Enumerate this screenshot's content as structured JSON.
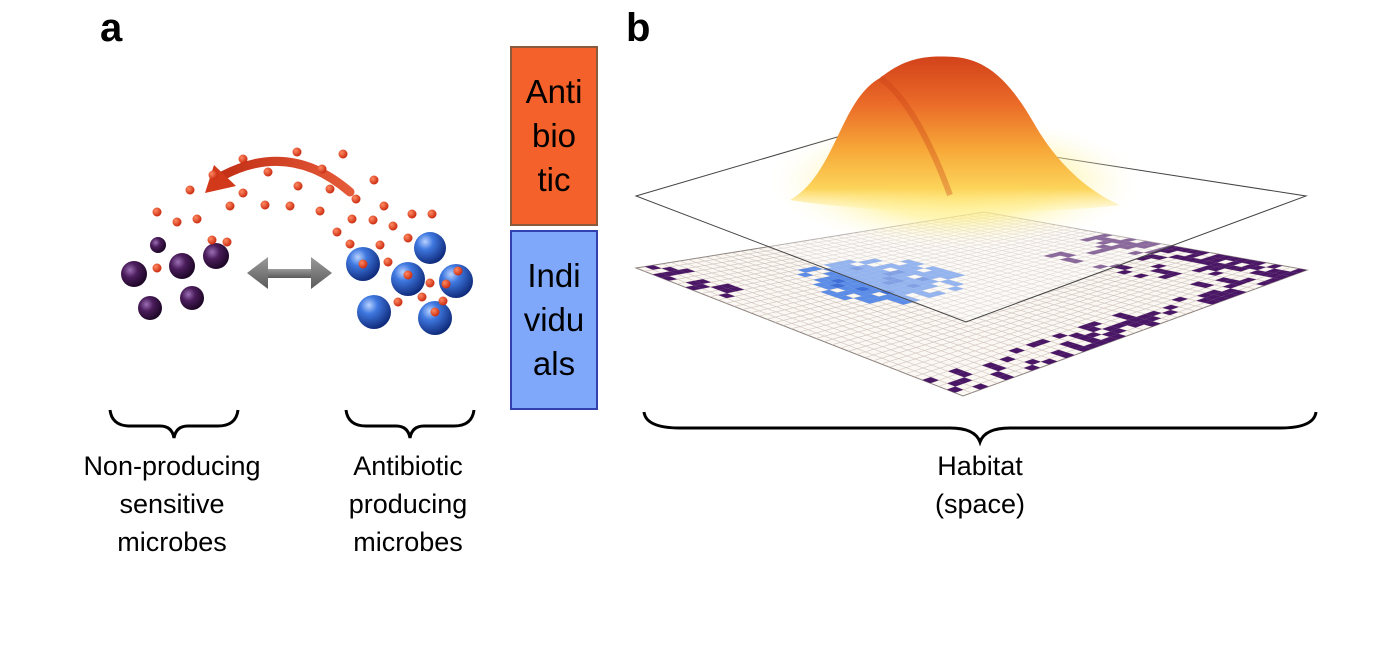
{
  "panel_a": {
    "letter": "a",
    "caption_left": [
      "Non-producing",
      "sensitive",
      "microbes"
    ],
    "caption_right": [
      "Antibiotic",
      "producing",
      "microbes"
    ]
  },
  "legend": {
    "antibiotic": [
      "Anti",
      "bio",
      "tic"
    ],
    "individuals": [
      "Indi",
      "vidu",
      "als"
    ],
    "colors": {
      "antibiotic": "#f4612a",
      "individuals": "#7fa8fb",
      "antibiotic_particle": "#d93418",
      "producer": "#2a56c6",
      "sensitive": "#3a0f45"
    }
  },
  "panel_b": {
    "letter": "b",
    "caption": [
      "Habitat",
      "(space)"
    ],
    "colors": {
      "grid_occupied_sensitive": "#4a1766",
      "grid_occupied_producer": "#5b8de8",
      "surface_peak": "#e8561e",
      "surface_base": "#ffe36a"
    }
  }
}
